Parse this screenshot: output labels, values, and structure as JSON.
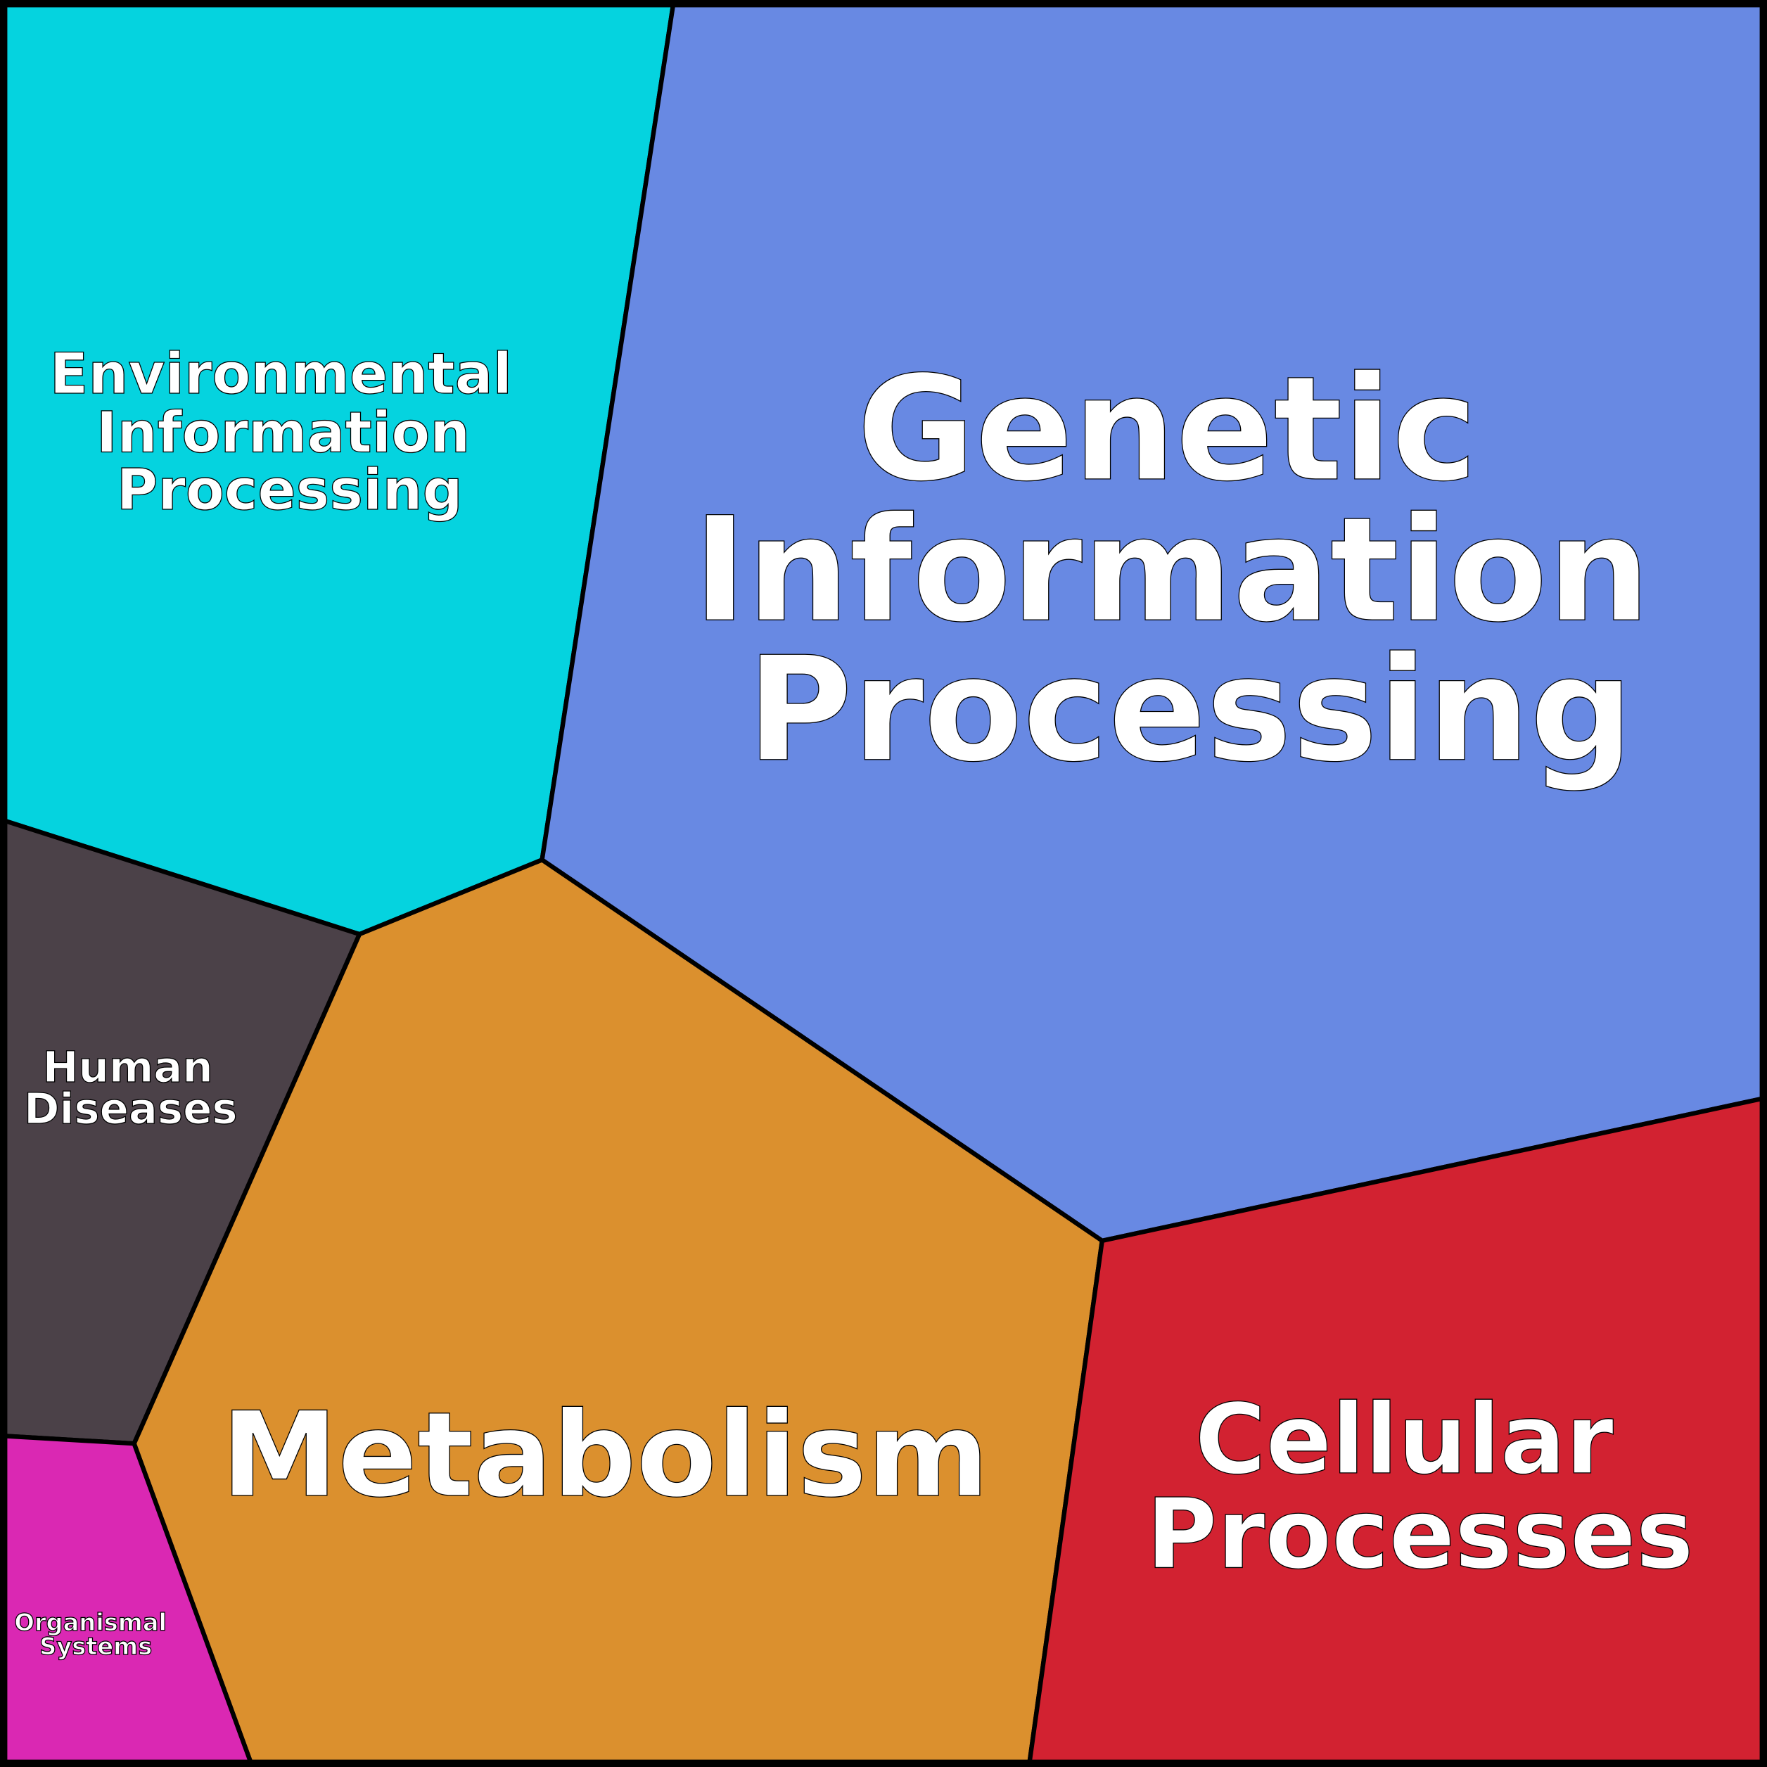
{
  "diagram": {
    "type": "voronoi-treemap",
    "cells": [
      {
        "id": "environmental",
        "lines": [
          "Environmental",
          "Information",
          "Processing"
        ],
        "color": "#05D3DF"
      },
      {
        "id": "genetic",
        "lines": [
          "Genetic",
          "Information",
          "Processing"
        ],
        "color": "#6889E3"
      },
      {
        "id": "human",
        "lines": [
          "Human",
          "Diseases"
        ],
        "color": "#4B4148"
      },
      {
        "id": "metabolism",
        "lines": [
          "Metabolism"
        ],
        "color": "#DB902E"
      },
      {
        "id": "cellular",
        "lines": [
          "Cellular",
          "Processes"
        ],
        "color": "#D22231"
      },
      {
        "id": "organismal",
        "lines": [
          "Organismal",
          "Systems"
        ],
        "color": "#DA28B3"
      }
    ]
  }
}
